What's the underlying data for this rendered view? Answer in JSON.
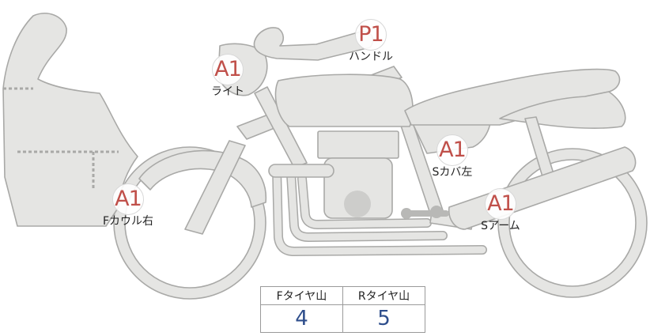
{
  "markers": [
    {
      "id": "handle",
      "grade": "P1",
      "label": "ハンドル"
    },
    {
      "id": "light",
      "grade": "A1",
      "label": "ライト"
    },
    {
      "id": "side-cover-left",
      "grade": "A1",
      "label": "Sカバ左"
    },
    {
      "id": "front-cowl-right",
      "grade": "A1",
      "label": "Fカウル右"
    },
    {
      "id": "swing-arm",
      "grade": "A1",
      "label": "Sアーム"
    }
  ],
  "tread_table": {
    "headers": [
      "Fタイヤ山",
      "Rタイヤ山"
    ],
    "values": [
      "4",
      "5"
    ]
  },
  "colors": {
    "grade_text": "#c0504a",
    "tread_value": "#2e4e8c",
    "part_fill": "#e5e5e3",
    "part_outline": "#a9a9a7"
  }
}
